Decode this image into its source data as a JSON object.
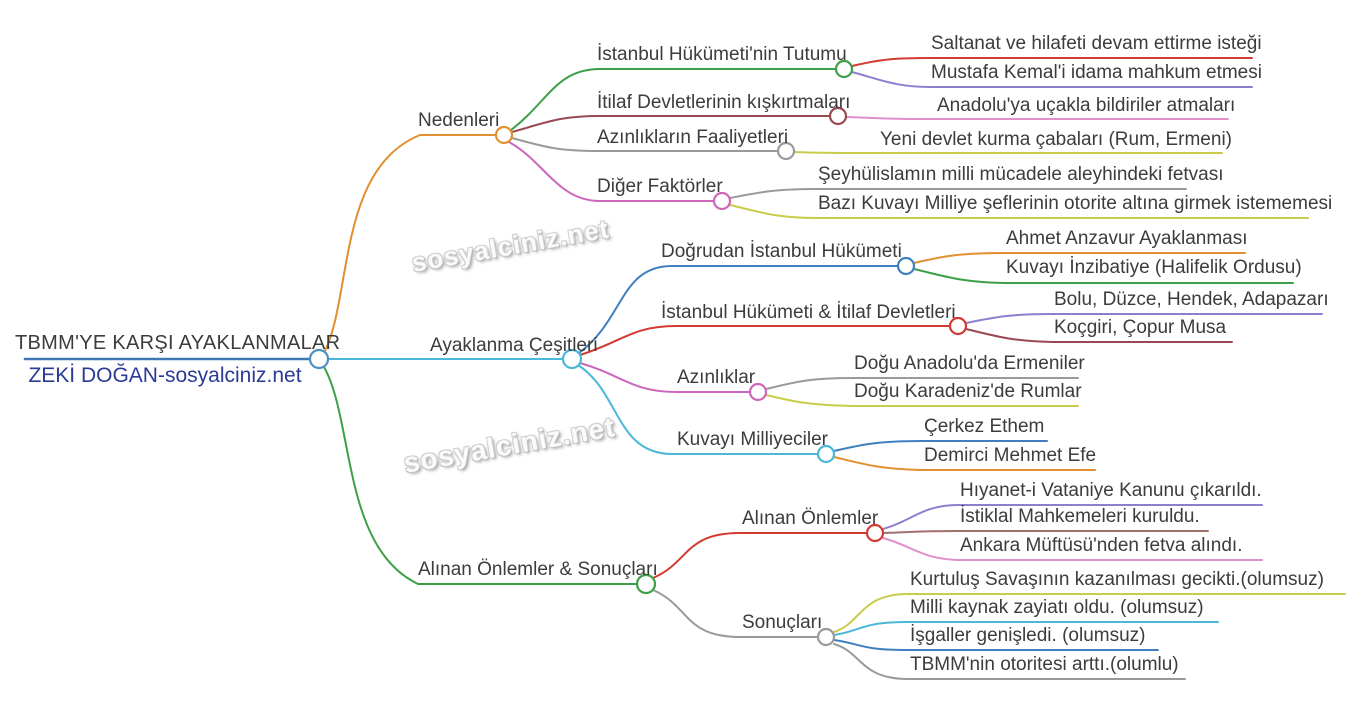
{
  "watermark": {
    "text": "sosyalciniz.net"
  },
  "mindmap": {
    "root": {
      "title": "TBMM'YE KARŞI AYAKLANMALAR",
      "subtitle": "ZEKİ DOĞAN-sosyalciniz.net",
      "line_color": "#3d7ab5",
      "circle_color": "#4a90c4",
      "subtitle_color": "#2b3a96",
      "text_color": "#3c3c3c"
    },
    "branches": [
      {
        "label": "Nedenleri",
        "color": "#e2902f",
        "children": [
          {
            "label": "İstanbul Hükümeti'nin Tutumu",
            "color": "#3da048",
            "children": [
              {
                "label": "Saltanat ve hilafeti devam ettirme isteği",
                "color": "#d23a32"
              },
              {
                "label": "Mustafa Kemal'i idama mahkum etmesi",
                "color": "#8d7fd0"
              }
            ]
          },
          {
            "label": "İtilaf Devletlerinin kışkırtmaları",
            "color": "#99494f",
            "children": [
              {
                "label": "Anadolu'ya uçakla bildiriler atmaları",
                "color": "#df8fcb"
              }
            ]
          },
          {
            "label": "Azınlıkların Faaliyetleri",
            "color": "#9a9a9a",
            "children": [
              {
                "label": "Yeni devlet kurma çabaları (Rum, Ermeni)",
                "color": "#c8cc4a"
              }
            ]
          },
          {
            "label": "Diğer Faktörler",
            "color": "#cc66bb",
            "children": [
              {
                "label": "Şeyhülislamın milli mücadele aleyhindeki fetvası",
                "color": "#9a9a9a"
              },
              {
                "label": "Bazı Kuvayı Milliye şeflerinin otorite altına girmek istememesi",
                "color": "#c8cc4a"
              }
            ]
          }
        ]
      },
      {
        "label": "Ayaklanma Çeşitleri",
        "color": "#4cb8d9",
        "children": [
          {
            "label": "Doğrudan İstanbul Hükümeti",
            "color": "#3f7fbd",
            "children": [
              {
                "label": "Ahmet Anzavur Ayaklanması",
                "color": "#e2902f"
              },
              {
                "label": "Kuvayı İnzibatiye (Halifelik Ordusu)",
                "color": "#3da048"
              }
            ]
          },
          {
            "label": "İstanbul Hükümeti & İtilaf Devletleri",
            "color": "#d23a32",
            "children": [
              {
                "label": "Bolu, Düzce, Hendek, Adapazarı",
                "color": "#8d7fd0"
              },
              {
                "label": "Koçgiri, Çopur Musa",
                "color": "#99494f"
              }
            ]
          },
          {
            "label": "Azınlıklar",
            "color": "#cc66bb",
            "children": [
              {
                "label": "Doğu Anadolu'da Ermeniler",
                "color": "#9a9a9a"
              },
              {
                "label": "Doğu Karadeniz'de Rumlar",
                "color": "#c8cc4a"
              }
            ]
          },
          {
            "label": "Kuvayı Milliyeciler",
            "color": "#4cb8d9",
            "children": [
              {
                "label": "Çerkez Ethem",
                "color": "#3f7fbd"
              },
              {
                "label": "Demirci Mehmet Efe",
                "color": "#e2902f"
              }
            ]
          }
        ]
      },
      {
        "label": "Alınan Önlemler & Sonuçları",
        "color": "#3da048",
        "children": [
          {
            "label": "Alınan Önlemler",
            "color": "#d23a32",
            "children": [
              {
                "label": "Hıyanet-i Vataniye Kanunu çıkarıldı.",
                "color": "#8d7fd0"
              },
              {
                "label": "İstiklal Mahkemeleri kuruldu.",
                "color": "#a4706e"
              },
              {
                "label": "Ankara Müftüsü'nden fetva alındı.",
                "color": "#df8fcb"
              }
            ]
          },
          {
            "label": "Sonuçları",
            "color": "#9a9a9a",
            "children": [
              {
                "label": "Kurtuluş Savaşının kazanılması gecikti.(olumsuz)",
                "color": "#c8cc4a"
              },
              {
                "label": "Milli kaynak zayiatı oldu. (olumsuz)",
                "color": "#4cb8d9"
              },
              {
                "label": "İşgaller genişledi. (olumsuz)",
                "color": "#3f7fbd"
              },
              {
                "label": "TBMM'nin otoritesi arttı.(olumlu)",
                "color": "#9a9a9a"
              }
            ]
          }
        ]
      }
    ]
  }
}
